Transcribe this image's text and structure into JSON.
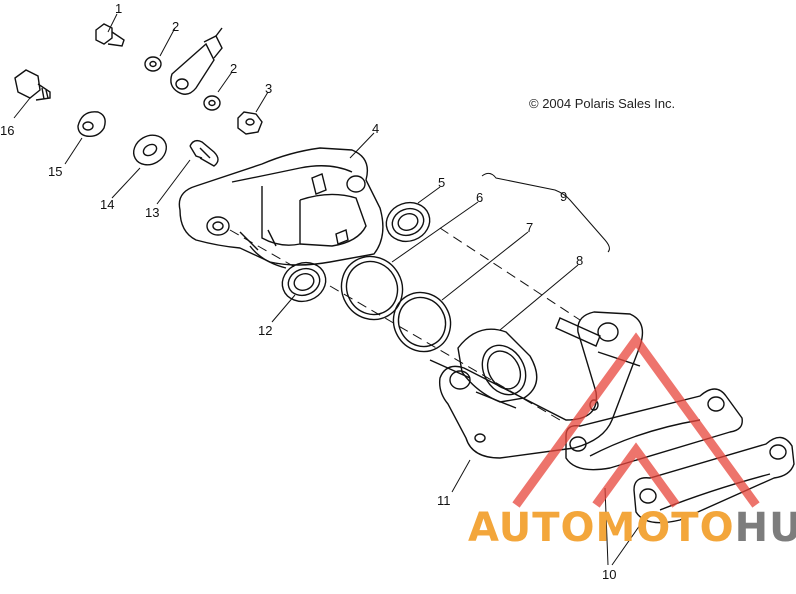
{
  "copyright": "© 2004 Polaris Sales Inc.",
  "watermark": {
    "part_a": "AUTOMOTO",
    "part_b": "HUB",
    "colors": {
      "triangle": "#e8463c",
      "text_a": "#f3a63b",
      "text_b": "#7d7d7d"
    }
  },
  "callouts": [
    "1",
    "2",
    "2",
    "3",
    "4",
    "5",
    "6",
    "7",
    "8",
    "9",
    "10",
    "11",
    "12",
    "13",
    "14",
    "15",
    "16"
  ],
  "colors": {
    "line": "#111111",
    "background": "#ffffff"
  }
}
